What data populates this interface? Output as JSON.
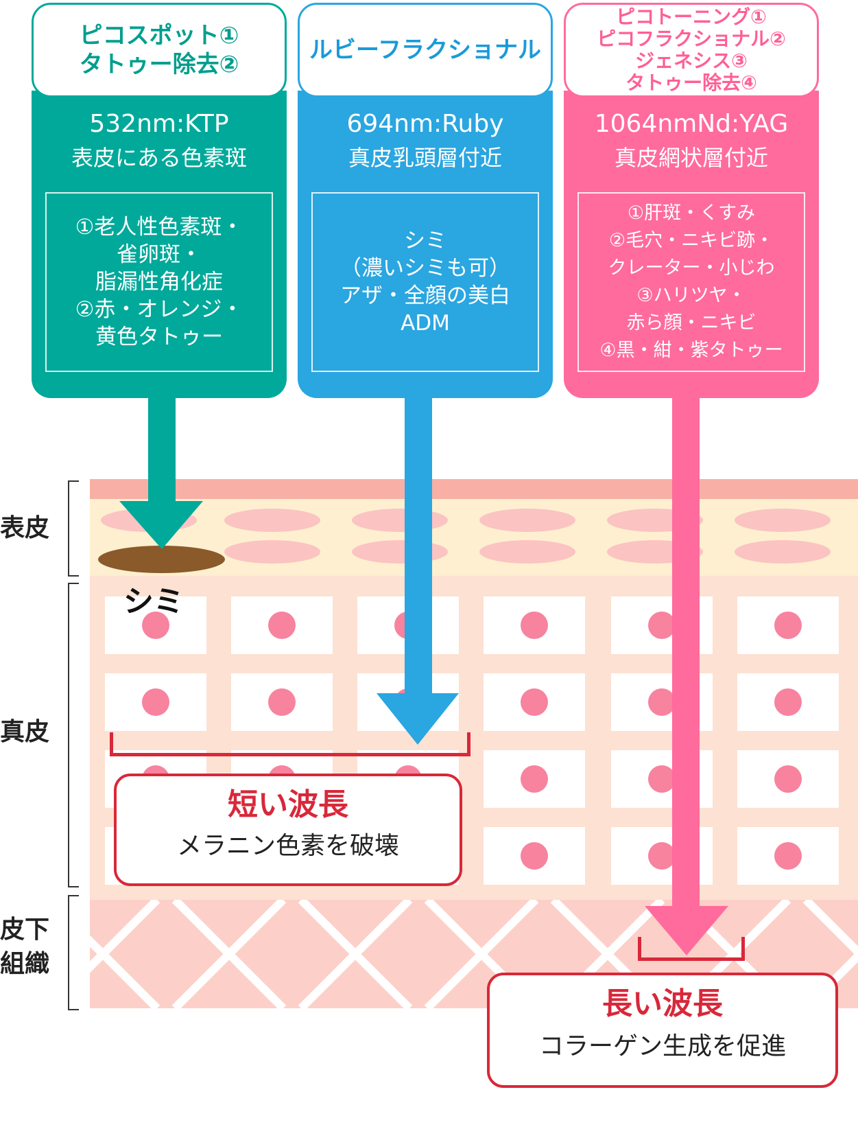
{
  "cards": [
    {
      "id": "ktp",
      "title_lines": [
        "ピコスポット①",
        "タトゥー除去②"
      ],
      "wavelength": "532nm:KTP",
      "depth": "表皮にある色素斑",
      "indications": [
        "①老人性色素斑・",
        "雀卵斑・",
        "脂漏性角化症",
        "②赤・オレンジ・",
        "黄色タトゥー"
      ],
      "color": "#00a99a"
    },
    {
      "id": "ruby",
      "title_lines": [
        "ルビーフラクショナル"
      ],
      "wavelength": "694nm:Ruby",
      "depth": "真皮乳頭層付近",
      "indications": [
        "シミ",
        "（濃いシミも可）",
        "アザ・全顔の美白",
        "ADM"
      ],
      "color": "#2aa6e0"
    },
    {
      "id": "ndyag",
      "title_lines": [
        "ピコトーニング①",
        "ピコフラクショナル②",
        "ジェネシス③",
        "タトゥー除去④"
      ],
      "wavelength": "1064nmNd:YAG",
      "depth": "真皮網状層付近",
      "indications": [
        "①肝斑・くすみ",
        "②毛穴・ニキビ跡・",
        "クレーター・小じわ",
        "③ハリツヤ・",
        "赤ら顔・ニキビ",
        "④黒・紺・紫タトゥー"
      ],
      "color": "#ff6b9c"
    }
  ],
  "layers": {
    "epidermis": "表皮",
    "dermis": "真皮",
    "subcutis_line1": "皮下",
    "subcutis_line2": "組織"
  },
  "spot_label": "シミ",
  "short_wave": {
    "title": "短い波長",
    "desc": "メラニン色素を破壊"
  },
  "long_wave": {
    "title": "長い波長",
    "desc": "コラーゲン生成を促進"
  }
}
